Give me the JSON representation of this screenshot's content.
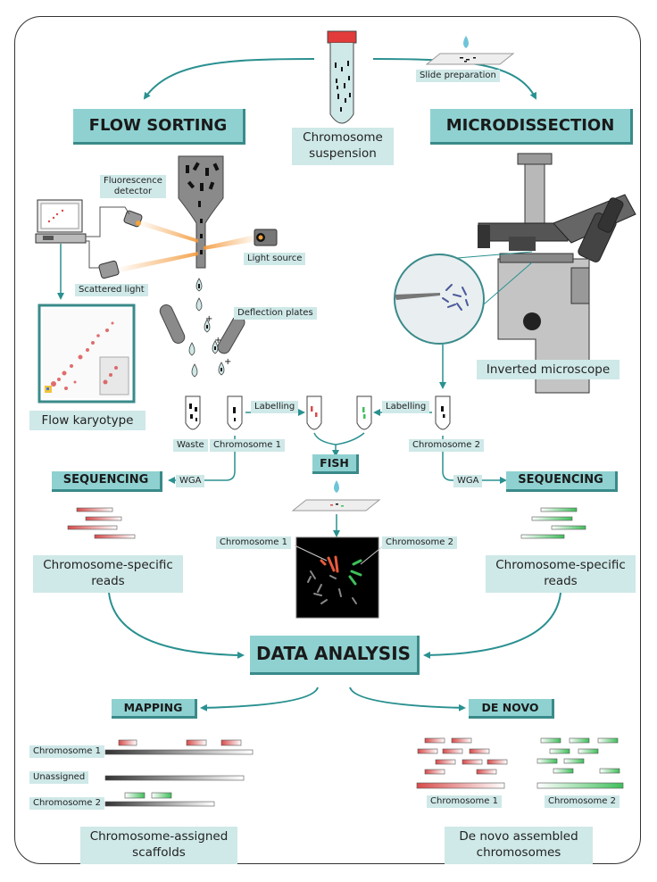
{
  "headers": {
    "flow_sorting": "FLOW SORTING",
    "microdissection": "MICRODISSECTION",
    "sequencing_left": "SEQUENCING",
    "sequencing_right": "SEQUENCING",
    "fish": "FISH",
    "data_analysis": "DATA ANALYSIS",
    "mapping": "MAPPING",
    "de_novo": "DE NOVO"
  },
  "boxes": {
    "chromosome_suspension": [
      "Chromosome",
      "suspension"
    ],
    "flow_karyotype": "Flow karyotype",
    "inverted_microscope": "Inverted microscope",
    "reads_left": [
      "Chromosome-specific",
      "reads"
    ],
    "reads_right": [
      "Chromosome-specific",
      "reads"
    ],
    "scaffolds": [
      "Chromosome-assigned",
      "scaffolds"
    ],
    "assembled": [
      "De novo assembled",
      "chromosomes"
    ]
  },
  "labels": {
    "slide_preparation": "Slide preparation",
    "fluorescence_detector": [
      "Fluorescence",
      "detector"
    ],
    "light_source": "Light source",
    "scattered_light": "Scattered light",
    "deflection_plates": "Deflection plates",
    "labelling_left": "Labelling",
    "labelling_right": "Labelling",
    "waste": "Waste",
    "chromosome_1": "Chromosome 1",
    "chromosome_2": "Chromosome 2",
    "wga_left": "WGA",
    "wga_right": "WGA",
    "fish_chromosome_1": "Chromosome 1",
    "fish_chromosome_2": "Chromosome 2",
    "map_chromosome_1": "Chromosome 1",
    "map_unassigned": "Unassigned",
    "map_chromosome_2": "Chromosome 2",
    "denovo_chromosome_1": "Chromosome 1",
    "denovo_chromosome_2": "Chromosome 2"
  },
  "colors": {
    "teal_arrow": "#2a9090",
    "header_fill": "#8fd1d1",
    "box_fill": "#cfe8e8",
    "red_read": "#d84b4b",
    "green_read": "#3fbf5a"
  }
}
